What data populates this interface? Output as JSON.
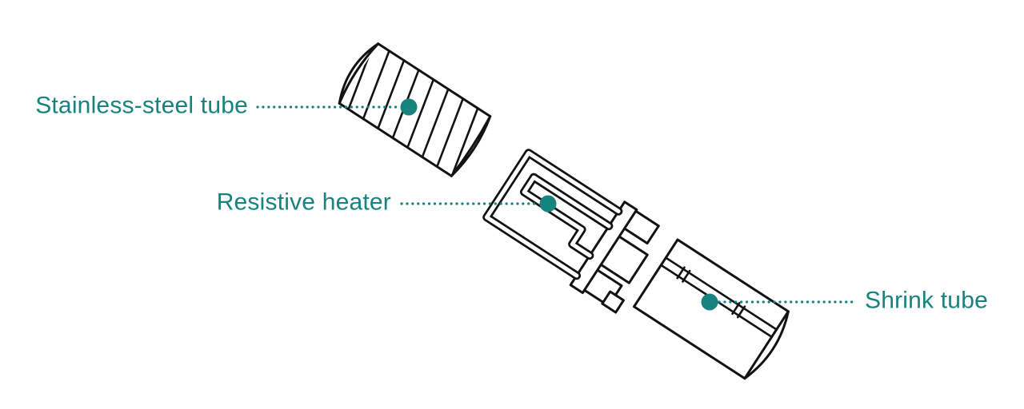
{
  "diagram": {
    "type": "exploded-assembly",
    "parts": [
      {
        "id": "stainless-steel-tube",
        "label": "Stainless-steel tube",
        "label_side": "left",
        "marker": "teal-dot"
      },
      {
        "id": "resistive-heater",
        "label": "Resistive heater",
        "label_side": "left",
        "marker": "teal-dot"
      },
      {
        "id": "shrink-tube",
        "label": "Shrink tube",
        "label_side": "right",
        "marker": "teal-dot"
      }
    ]
  },
  "colors": {
    "accent": "#17827E",
    "line": "#121212",
    "background": "#FFFFFF"
  }
}
